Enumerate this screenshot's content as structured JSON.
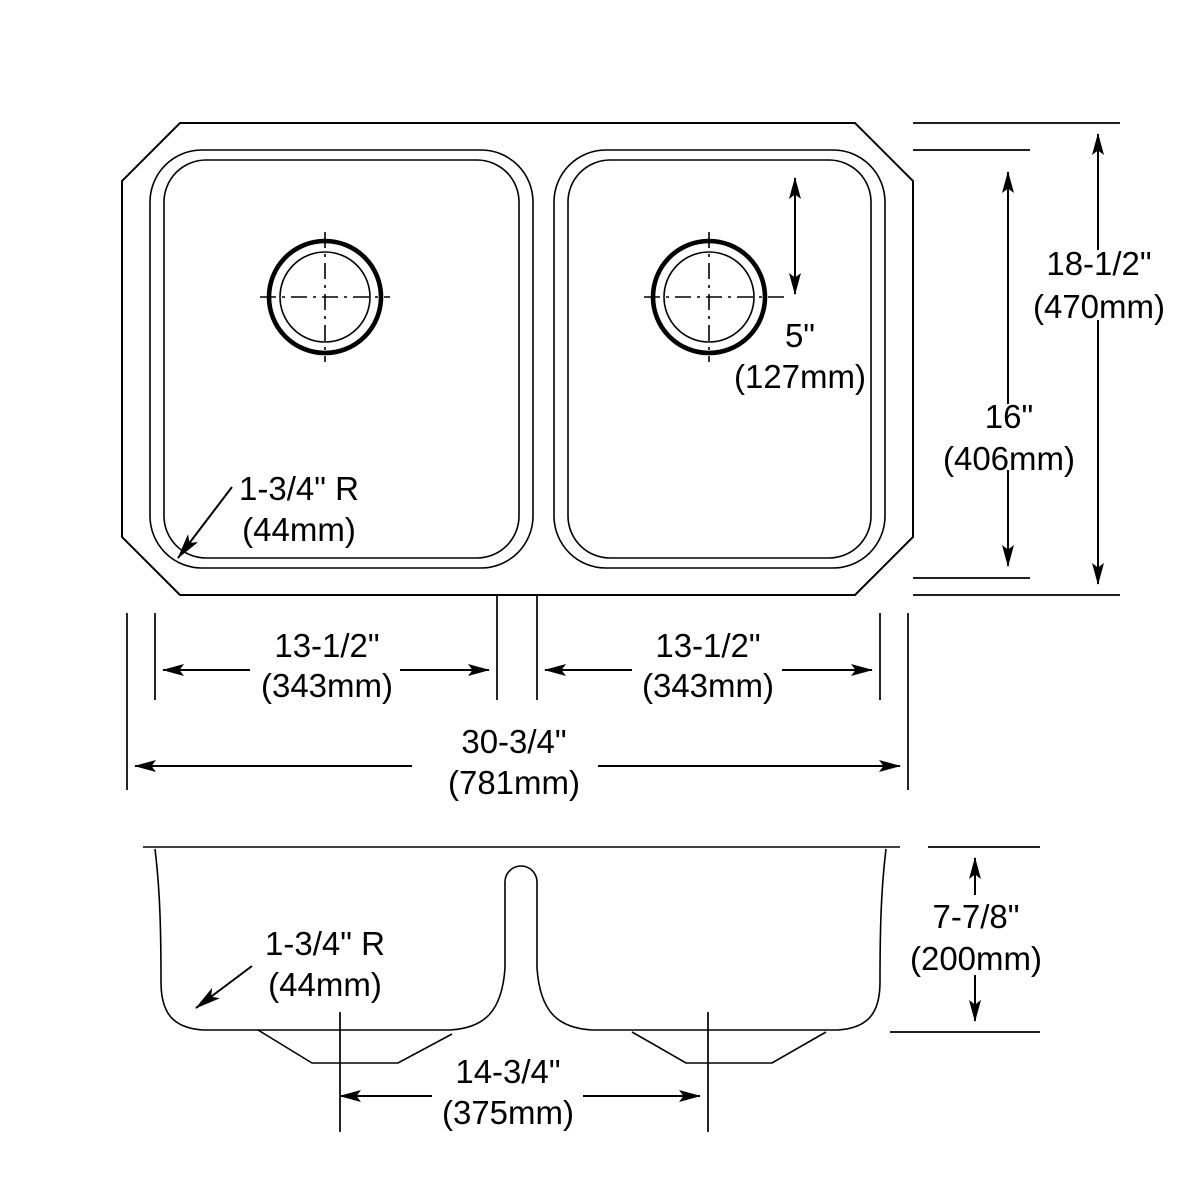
{
  "drawing": {
    "title": "Double bowl undermount sink dimensional drawing",
    "views": {
      "top": "top-view",
      "section": "front-section-view"
    },
    "line_color": "#000000",
    "background_color": "#ffffff"
  },
  "dimensions": {
    "overall_height": {
      "imperial": "18-1/2\"",
      "metric": "(470mm)"
    },
    "bowl_height": {
      "imperial": "16\"",
      "metric": "(406mm)"
    },
    "drain_offset": {
      "imperial": "5\"",
      "metric": "(127mm)"
    },
    "corner_radius_top": {
      "imperial": "1-3/4\" R",
      "metric": "(44mm)"
    },
    "left_bowl_width": {
      "imperial": "13-1/2\"",
      "metric": "(343mm)"
    },
    "right_bowl_width": {
      "imperial": "13-1/2\"",
      "metric": "(343mm)"
    },
    "overall_width": {
      "imperial": "30-3/4\"",
      "metric": "(781mm)"
    },
    "corner_radius_section": {
      "imperial": "1-3/4\" R",
      "metric": "(44mm)"
    },
    "bowl_depth": {
      "imperial": "7-7/8\"",
      "metric": "(200mm)"
    },
    "bowl_bottom_width": {
      "imperial": "14-3/4\"",
      "metric": "(375mm)"
    }
  }
}
